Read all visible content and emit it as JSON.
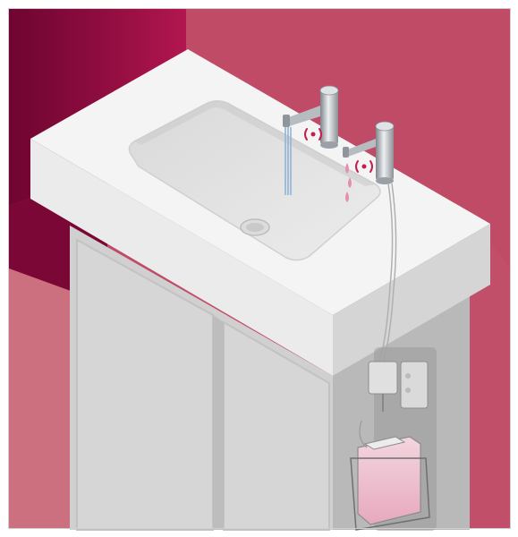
{
  "image": {
    "description_free": true,
    "colors": {
      "wall_back": "#bf4b66",
      "wall_left_dark": "#7d0836",
      "wall_left_mid": "#a3124a",
      "floor_left": "#cc6f7e",
      "counter_top": "#f4f4f4",
      "counter_front": "#e9e9e9",
      "counter_side": "#d4d4d4",
      "basin": "#e2e2e2",
      "cabinet_front": "#d0d0d0",
      "cabinet_side": "#b8b8b8",
      "chrome": "#9da3a8",
      "water": "#8fb3d6",
      "soap": "#e58fb0",
      "sensor": "#c41f4a"
    },
    "icons": [
      "water-faucet",
      "soap-dispenser-faucet",
      "sensor-waves",
      "soap-drops",
      "control-box",
      "soap-reservoir"
    ]
  }
}
